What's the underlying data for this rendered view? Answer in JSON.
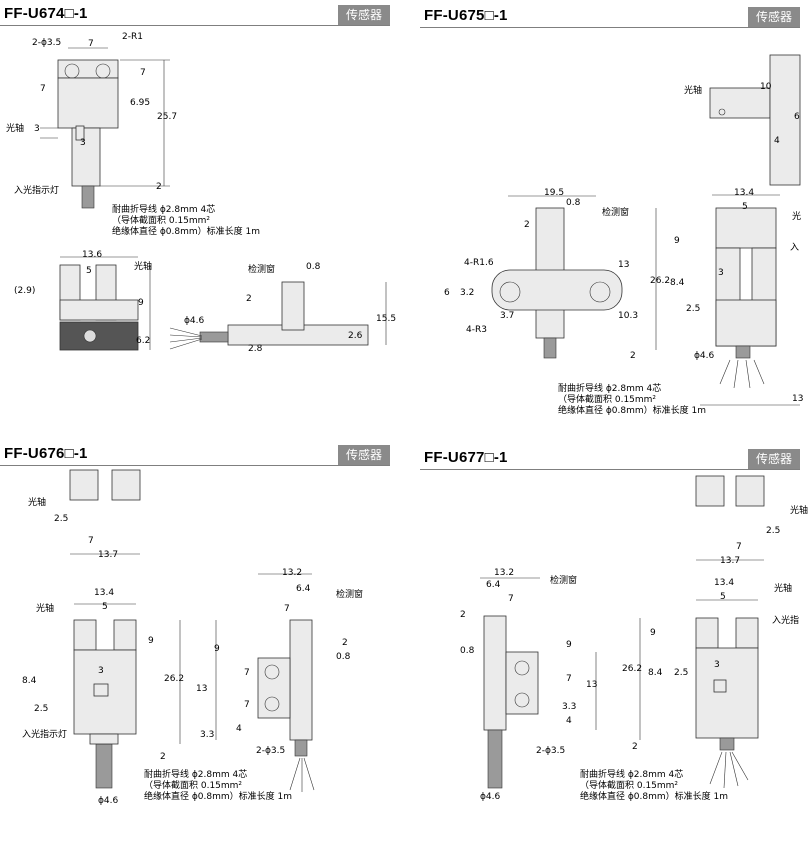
{
  "tag": "传感器",
  "panels": [
    {
      "title": "FF-U674□-1",
      "labels": {
        "hole": "2-ϕ3.5",
        "radius": "2-R1",
        "optical_axis": "光轴",
        "indicator": "入光指示灯",
        "window": "检测窗",
        "cable_dia": "ϕ4.6",
        "optical_axis_b": "光轴"
      },
      "dims": [
        "7",
        "7",
        "7",
        "6.95",
        "25.7",
        "3",
        "3",
        "2",
        "13.6",
        "5",
        "(2.9)",
        "9",
        "6.2",
        "0.8",
        "2",
        "15.5",
        "2.8",
        "2.6"
      ],
      "cable_note": [
        "耐曲折导线 ϕ2.8mm  4芯",
        "（导体截面积 0.15mm²",
        "绝缘体直径 ϕ0.8mm）标准长度 1m"
      ]
    },
    {
      "title": "FF-U675□-1",
      "labels": {
        "optical_axis": "光轴",
        "window": "检测窗",
        "r1": "4-R1.6",
        "r2": "4-R3",
        "cable_dia": "ϕ4.6",
        "optical_axis_b": "光",
        "indicator": "入"
      },
      "dims": [
        "10",
        "6",
        "4",
        "19.5",
        "0.8",
        "2",
        "13",
        "6",
        "3.2",
        "10.3",
        "3.7",
        "2",
        "13.4",
        "5",
        "9",
        "26.2",
        "8.4",
        "3",
        "2.5",
        "13"
      ],
      "cable_note": [
        "耐曲折导线 ϕ2.8mm  4芯",
        "（导体截面积 0.15mm²",
        "绝缘体直径 ϕ0.8mm）标准长度 1m"
      ]
    },
    {
      "title": "FF-U676□-1",
      "labels": {
        "optical_axis": "光轴",
        "optical_axis_b": "光轴",
        "indicator": "入光指示灯",
        "window": "检测窗",
        "hole": "2-ϕ3.5",
        "cable_dia": "ϕ4.6"
      },
      "dims": [
        "2.5",
        "7",
        "13.7",
        "13.4",
        "5",
        "9",
        "26.2",
        "3",
        "8.4",
        "2.5",
        "2",
        "13.2",
        "6.4",
        "7",
        "2",
        "0.8",
        "9",
        "13",
        "7",
        "7",
        "4",
        "3.3"
      ],
      "cable_note": [
        "耐曲折导线 ϕ2.8mm  4芯",
        "（导体截面积 0.15mm²",
        "绝缘体直径 ϕ0.8mm）标准长度 1m"
      ]
    },
    {
      "title": "FF-U677□-1",
      "labels": {
        "optical_axis": "光轴",
        "optical_axis_b": "光轴",
        "indicator": "入光指",
        "window": "检测窗",
        "hole": "2-ϕ3.5",
        "cable_dia": "ϕ4.6"
      },
      "dims": [
        "2.5",
        "7",
        "13.7",
        "13.2",
        "6.4",
        "7",
        "2",
        "0.8",
        "9",
        "7",
        "13",
        "3.3",
        "4",
        "13.4",
        "5",
        "9",
        "26.2",
        "8.4",
        "3",
        "2.5",
        "2"
      ],
      "cable_note": [
        "耐曲折导线 ϕ2.8mm  4芯",
        "（导体截面积 0.15mm²",
        "绝缘体直径 ϕ0.8mm）标准长度 1m"
      ]
    }
  ]
}
